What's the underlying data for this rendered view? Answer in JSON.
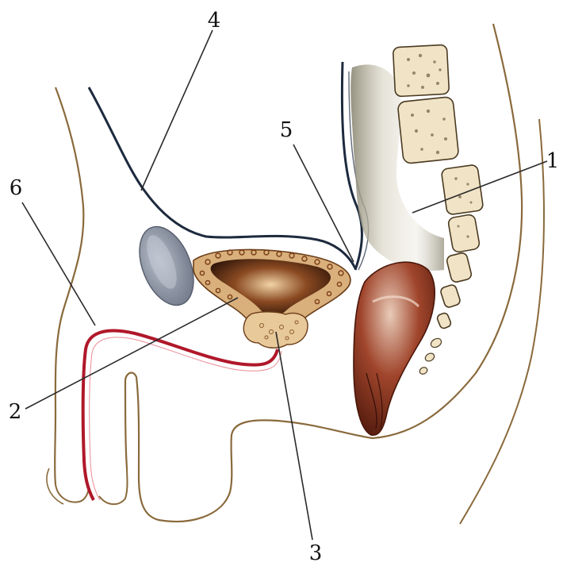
{
  "labels": {
    "l1": "1",
    "l2": "2",
    "l3": "3",
    "l4": "4",
    "l5": "5",
    "l6": "6"
  },
  "colors": {
    "outline": "#8a6a3c",
    "urethra": "#b0182a",
    "peritoneum": "#1d2a3e",
    "bladder_wall": "#d9b07c",
    "bladder_lumen": "#3e1e0c",
    "rectum": "#6b2616",
    "bone": "#f1e4c6",
    "symphysis": "#8e96a6"
  },
  "icons": {
    "figure": "sagittal-pelvis-illustration"
  }
}
